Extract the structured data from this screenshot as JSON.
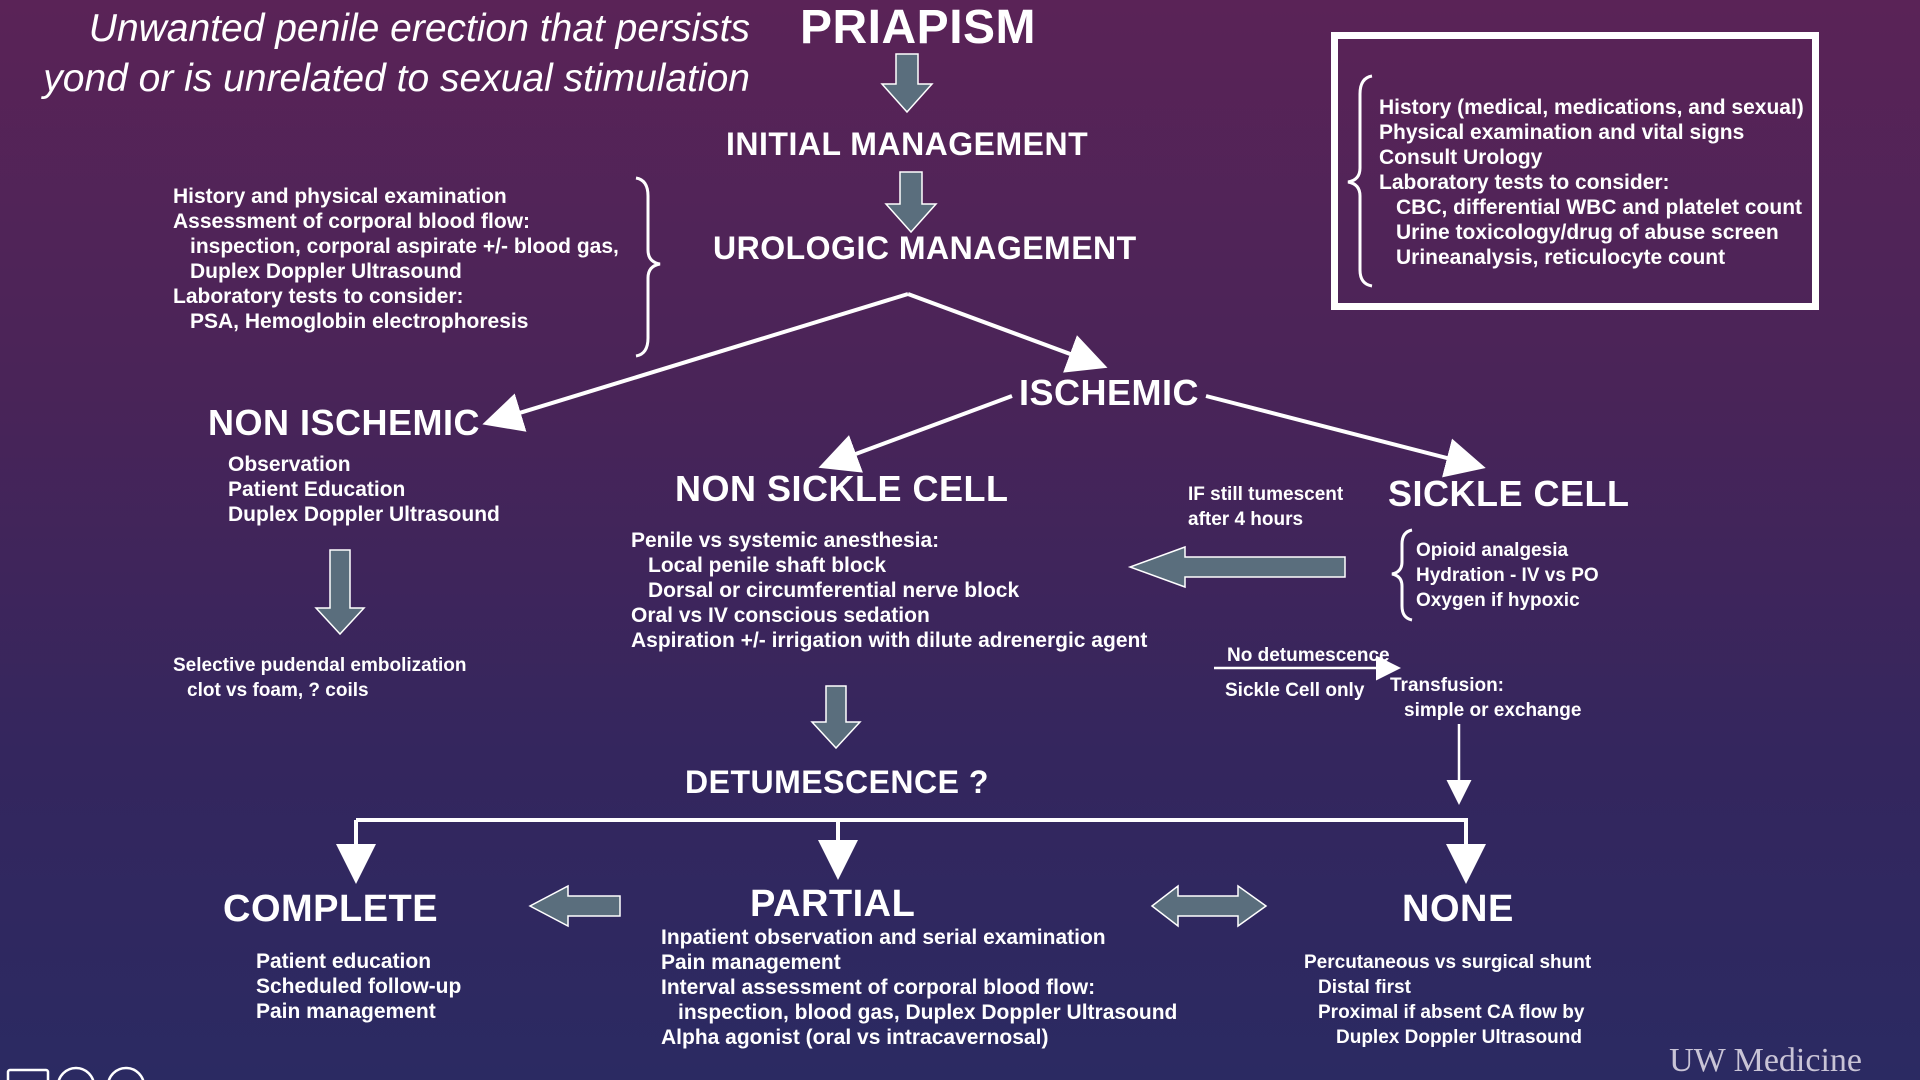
{
  "definition": {
    "line1": "Unwanted penile erection that persists",
    "line2": "yond  or is unrelated to sexual stimulation"
  },
  "nodes": {
    "priapism": "PRIAPISM",
    "initial": "INITIAL MANAGEMENT",
    "urologic": "UROLOGIC MANAGEMENT",
    "non_ischemic": "NON ISCHEMIC",
    "ischemic": "ISCHEMIC",
    "non_sickle": "NON SICKLE CELL",
    "sickle": "SICKLE CELL",
    "detumescence": "DETUMESCENCE ?",
    "complete": "COMPLETE",
    "partial": "PARTIAL",
    "none": "NONE"
  },
  "initial_box": {
    "lines": [
      "History (medical, medications, and sexual)",
      "Physical examination and vital signs",
      "Consult Urology",
      "Laboratory tests to consider:",
      "CBC, differential WBC and platelet count",
      "Urine toxicology/drug of abuse screen",
      "Urineanalysis, reticulocyte count"
    ]
  },
  "urologic_notes": {
    "lines": [
      "History and physical examination",
      "Assessment of corporal blood flow:",
      "inspection, corporal aspirate +/- blood gas,",
      "Duplex Doppler Ultrasound",
      "Laboratory tests to consider:",
      "PSA, Hemoglobin electrophoresis"
    ]
  },
  "non_ischemic_notes": {
    "lines": [
      "Observation",
      "Patient Education",
      "Duplex Doppler Ultrasound"
    ]
  },
  "embolization": {
    "lines": [
      "Selective pudendal embolization",
      "clot vs foam, ? coils"
    ]
  },
  "non_sickle_notes": {
    "lines": [
      "Penile vs systemic anesthesia:",
      "Local penile shaft block",
      "Dorsal or circumferential nerve block",
      "Oral vs IV conscious sedation",
      "Aspiration +/- irrigation with dilute adrenergic agent"
    ]
  },
  "tumescent_note": {
    "lines": [
      "IF still tumescent",
      "after 4 hours"
    ]
  },
  "sickle_notes": {
    "lines": [
      "Opioid analgesia",
      "Hydration - IV vs PO",
      "Oxygen if hypoxic"
    ]
  },
  "no_detumescence": {
    "above": "No detumescence",
    "below": "Sickle Cell only"
  },
  "transfusion": {
    "lines": [
      "Transfusion:",
      "simple or exchange"
    ]
  },
  "complete_notes": {
    "lines": [
      "Patient education",
      "Scheduled follow-up",
      "Pain management"
    ]
  },
  "partial_notes": {
    "lines": [
      "Inpatient observation and serial examination",
      "Pain management",
      "Interval assessment of corporal blood flow:",
      "inspection, blood gas, Duplex Doppler Ultrasound",
      "Alpha agonist (oral vs intracavernosal)"
    ]
  },
  "none_notes": {
    "lines": [
      "Percutaneous vs surgical shunt",
      "Distal first",
      "Proximal if absent CA flow by",
      "Duplex Doppler Ultrasound"
    ]
  },
  "brand": "UW Medicine",
  "colors": {
    "block_arrow": "#5a6e7d",
    "line": "#ffffff"
  }
}
